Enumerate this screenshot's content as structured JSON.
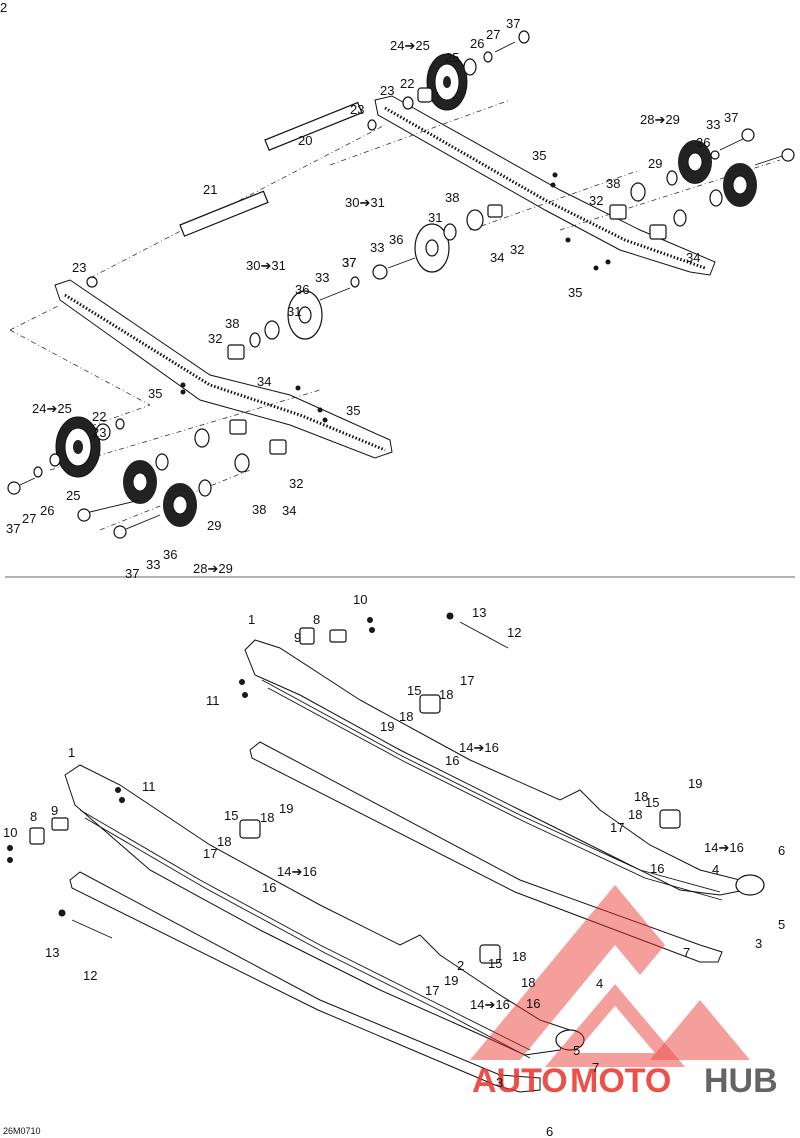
{
  "diagram": {
    "drawing_code": "26M0710",
    "watermark": {
      "part1": "AUTO",
      "part2": "MOTO",
      "part3": "HUB"
    },
    "colors": {
      "watermark_red": "#e8322a",
      "watermark_dark": "#4a4a4a",
      "ink": "#111111"
    },
    "callouts_top": [
      "24➔25",
      "25",
      "26",
      "27",
      "37",
      "22",
      "23",
      "23",
      "20",
      "21",
      "35",
      "28➔29",
      "33",
      "37",
      "36",
      "29",
      "38",
      "32",
      "30➔31",
      "38",
      "31",
      "32",
      "36",
      "34",
      "33",
      "37",
      "34",
      "35",
      "23",
      "30➔31",
      "36",
      "33",
      "37",
      "31",
      "38",
      "32",
      "34",
      "35",
      "35",
      "24➔25",
      "22",
      "23",
      "25",
      "26",
      "27",
      "37",
      "32",
      "38",
      "34",
      "29",
      "36",
      "33",
      "37",
      "28➔29"
    ],
    "callouts_bottom": [
      "10",
      "13",
      "12",
      "1",
      "8",
      "9",
      "11",
      "15",
      "17",
      "18",
      "19",
      "18",
      "14➔16",
      "16",
      "1",
      "11",
      "9",
      "8",
      "10",
      "15",
      "18",
      "19",
      "17",
      "18",
      "14➔16",
      "16",
      "13",
      "12",
      "18",
      "19",
      "15",
      "17",
      "18",
      "14➔16",
      "16",
      "6",
      "4",
      "5",
      "3",
      "7",
      "2",
      "15",
      "18",
      "17",
      "19",
      "18",
      "14➔16",
      "16",
      "4",
      "7",
      "5",
      "3",
      "6",
      "2"
    ]
  }
}
